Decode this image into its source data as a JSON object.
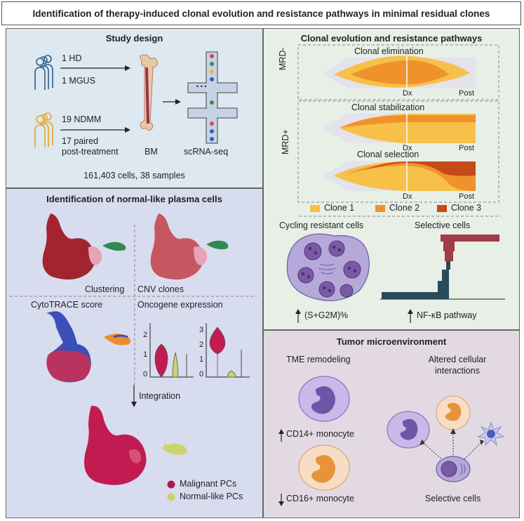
{
  "title": "Identification of therapy-induced clonal evolution and resistance pathways in minimal residual clones",
  "study_design": {
    "title": "Study design",
    "group1_line1": "1 HD",
    "group1_line2": "1 MGUS",
    "group2_line1": "19 NDMM",
    "group2_line2": "17 paired",
    "group2_line3": "post-treatment",
    "bm_label": "BM",
    "scrna_label": "scRNA-seq",
    "summary": "161,403 cells, 38 samples",
    "colors": {
      "healthy": "#2f5d8a",
      "patient": "#e3a52b"
    }
  },
  "normal_like": {
    "title": "Identification of normal-like plasma cells",
    "clustering_label": "Clustering",
    "cnv_label": "CNV clones",
    "cytotrace_label": "CytoTRACE score",
    "oncogene_label": "Oncogene expression",
    "violin1_ticks": [
      "2",
      "1",
      "0"
    ],
    "violin2_ticks": [
      "3",
      "2",
      "1",
      "0"
    ],
    "integration_label": "Integration",
    "legend": [
      {
        "label": "Malignant PCs",
        "color": "#b3174f"
      },
      {
        "label": "Normal-like PCs",
        "color": "#cdd36b"
      }
    ]
  },
  "clonal": {
    "title": "Clonal evolution and resistance pathways",
    "mrd_neg": "MRD-",
    "mrd_pos": "MRD+",
    "elimination": "Clonal elimination",
    "stabilization": "Clonal stabilization",
    "selection": "Clonal selection",
    "dx": "Dx",
    "post": "Post",
    "legend": [
      {
        "label": "Clone 1",
        "color": "#f6c049"
      },
      {
        "label": "Clone 2",
        "color": "#f0922c"
      },
      {
        "label": "Clone 3",
        "color": "#c54a18"
      }
    ],
    "cycling_title": "Cycling resistant cells",
    "selective_title": "Selective cells",
    "cycling_metric": "(S+G2M)%",
    "nfkb_metric": "NF-κB pathway"
  },
  "tme": {
    "title": "Tumor microenvironment",
    "remodeling": "TME remodeling",
    "altered_line1": "Altered cellular",
    "altered_line2": "interactions",
    "cd14": "CD14+ monocyte",
    "cd16": "CD16+ monocyte",
    "selective": "Selective cells"
  }
}
